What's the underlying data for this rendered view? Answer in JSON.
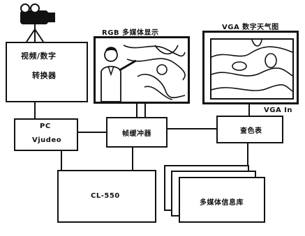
{
  "diagram": {
    "converter_line1": "视频/数字",
    "converter_line2": "转换器",
    "rgb_display_caption": "RGB 多媒体显示",
    "vga_monitor_caption": "VGA 数字天气图",
    "vga_port_label": "VGA In",
    "pc_line1": "PC",
    "pc_line2": "Vjudeo",
    "buffer_label": "帧缓冲器",
    "lookup_label": "查色表",
    "cl550_label": "CL-550",
    "database_label": "多媒体信息库"
  }
}
